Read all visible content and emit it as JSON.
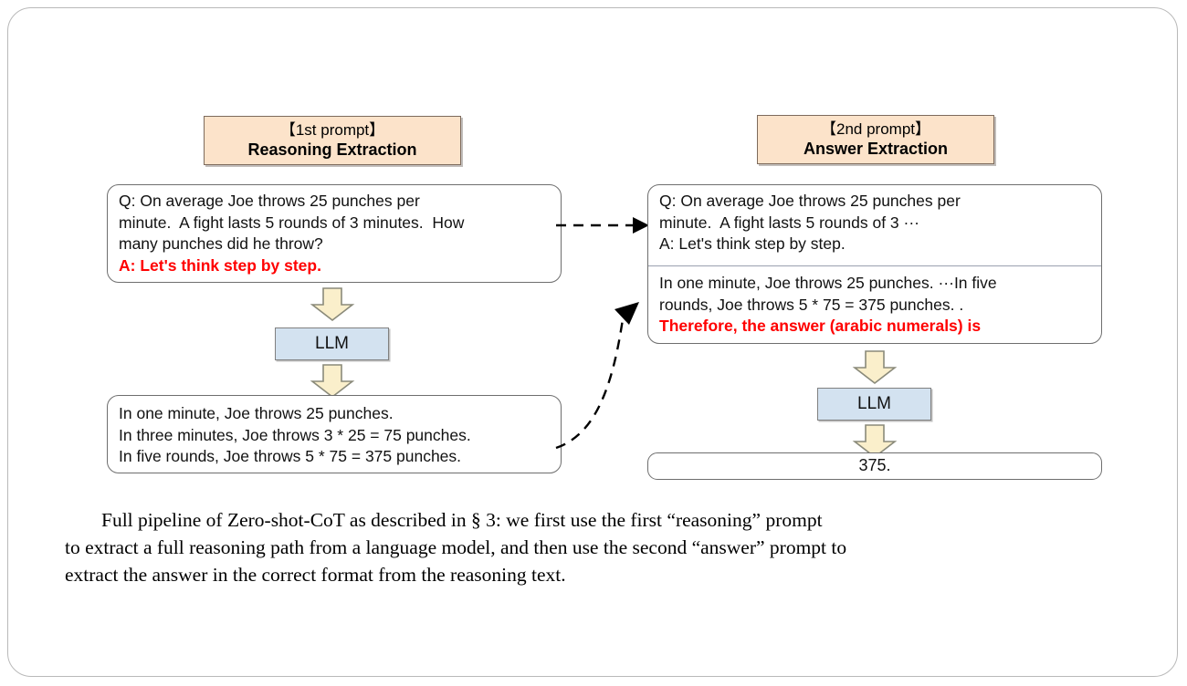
{
  "figure": {
    "left_column": {
      "header": {
        "bracket_label": "【1st prompt】",
        "title": "Reasoning Extraction"
      },
      "prompt_box": {
        "lines": [
          "Q: On average Joe throws 25 punches per",
          "minute.  A fight lasts 5 rounds of 3 minutes.  How",
          "many punches did he throw?"
        ],
        "red_line": "A: Let's think step by step."
      },
      "model_box_label": "LLM",
      "output_box": {
        "lines": [
          "In one minute, Joe throws 25 punches.",
          "In three minutes, Joe throws 3 * 25 = 75 punches.",
          "In five rounds, Joe throws 5 * 75 = 375 punches."
        ]
      }
    },
    "right_column": {
      "header": {
        "bracket_label": "【2nd prompt】",
        "title": "Answer Extraction"
      },
      "prompt_box_top": {
        "lines": [
          "Q: On average Joe throws 25 punches per",
          "minute.  A fight lasts 5 rounds of 3 ···",
          "A: Let's think step by step."
        ]
      },
      "prompt_box_bottom": {
        "lines": [
          "In one minute, Joe throws 25 punches. ···In five",
          "rounds, Joe throws 5 * 75 = 375 punches. ."
        ],
        "red_line": "Therefore, the answer (arabic numerals) is"
      },
      "model_box_label": "LLM",
      "answer_box_value": "375."
    },
    "arrows": {
      "dashed_straight": "dashed-arrow-right",
      "dashed_curved": "dashed-arrow-curved-up",
      "block_down": "block-down-arrow"
    },
    "colors": {
      "header_fill": "#fce3ca",
      "header_border": "#7d6a5c",
      "llm_fill": "#d3e2f0",
      "llm_border": "#808080",
      "arrow_fill": "#faefcb",
      "arrow_border": "#8a8a7a",
      "box_border": "#6e6e6e",
      "red_text": "#ff0000",
      "page_border": "#b9b9b9"
    }
  },
  "caption": {
    "line1": "Full pipeline of Zero-shot-CoT as described in § 3: we first use the first “reasoning” prompt",
    "line2": "to extract a full reasoning path from a language model, and then use the second “answer” prompt to",
    "line3": "extract the answer in the correct format from the reasoning text."
  }
}
